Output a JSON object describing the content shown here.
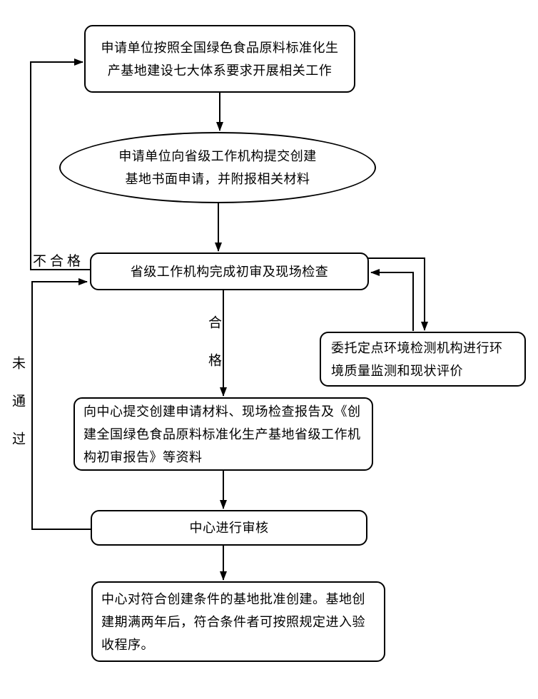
{
  "page": {
    "background_color": "#ffffff",
    "line_color": "#000000",
    "node_fill_color": "#ffffff"
  },
  "flowchart": {
    "nodes": {
      "prepare": {
        "label": "申请单位按照全国绿色食品原料标准化生产基地建设七大体系要求开展相关工作"
      },
      "apply": {
        "label": "申请单位向省级工作机构提交创建基地书面申请，并附报相关材料"
      },
      "provincial_review": {
        "label": "省级工作机构完成初审及现场检查"
      },
      "env_monitor": {
        "label": "委托定点环境检测机构进行环境质量监测和现状评价"
      },
      "submit_material": {
        "label": "向中心提交创建申请材料、现场检查报告及《创建全国绿色食品原料标准化生产基地省级工作机构初审报告》等资料"
      },
      "center_review": {
        "label": "中心进行审核"
      },
      "approve": {
        "label": "中心对符合创建条件的基地批准创建。基地创建期满两年后，符合条件者可按照规定进入验收程序。"
      }
    },
    "edge_labels": {
      "fail": "不合格",
      "pass": "合格",
      "not_passed": "未通过"
    }
  }
}
